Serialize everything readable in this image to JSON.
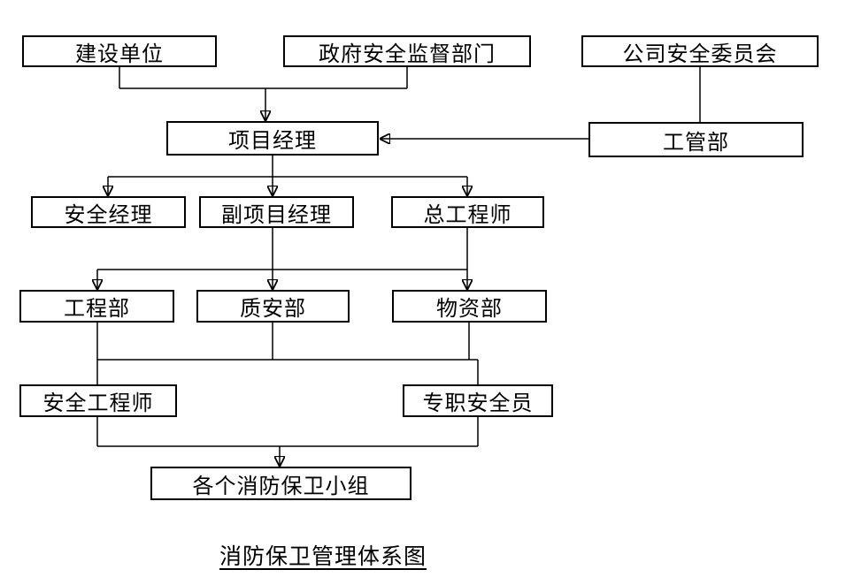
{
  "title": {
    "text": "消防保卫管理体系图"
  },
  "nodes": {
    "construction_unit": {
      "label": "建设单位"
    },
    "gov_safety_supervision_dept": {
      "label": "政府安全监督部门"
    },
    "company_safety_committee": {
      "label": "公司安全委员会"
    },
    "project_manager": {
      "label": "项目经理"
    },
    "engineering_mgmt_dept": {
      "label": "工管部"
    },
    "safety_manager": {
      "label": "安全经理"
    },
    "deputy_project_manager": {
      "label": "副项目经理"
    },
    "chief_engineer": {
      "label": "总工程师"
    },
    "engineering_dept": {
      "label": "工程部"
    },
    "quality_safety_dept": {
      "label": "质安部"
    },
    "materials_dept": {
      "label": "物资部"
    },
    "safety_engineer": {
      "label": "安全工程师"
    },
    "fulltime_safety_officer": {
      "label": "专职安全员"
    },
    "fire_protection_teams": {
      "label": "各个消防保卫小组"
    }
  },
  "edges": [
    {
      "from": "construction_unit",
      "to": "project_manager",
      "arrow": true
    },
    {
      "from": "gov_safety_supervision_dept",
      "to": "project_manager",
      "arrow": true
    },
    {
      "from": "company_safety_committee",
      "to": "engineering_mgmt_dept",
      "arrow": false
    },
    {
      "from": "engineering_mgmt_dept",
      "to": "project_manager",
      "arrow": true
    },
    {
      "from": "project_manager",
      "to": "safety_manager",
      "arrow": true
    },
    {
      "from": "project_manager",
      "to": "deputy_project_manager",
      "arrow": true
    },
    {
      "from": "project_manager",
      "to": "chief_engineer",
      "arrow": true
    },
    {
      "from": "deputy_project_manager",
      "to": "engineering_dept",
      "arrow": true
    },
    {
      "from": "deputy_project_manager",
      "to": "quality_safety_dept",
      "arrow": true
    },
    {
      "from": "chief_engineer",
      "to": "materials_dept",
      "arrow": true
    },
    {
      "from": "engineering_dept",
      "to": "safety_engineer",
      "arrow": false
    },
    {
      "from": "quality_safety_dept",
      "to": "safety_engineer",
      "arrow": false
    },
    {
      "from": "materials_dept",
      "to": "fulltime_safety_officer",
      "arrow": false
    },
    {
      "from": "safety_engineer",
      "to": "fire_protection_teams",
      "arrow": true
    },
    {
      "from": "fulltime_safety_officer",
      "to": "fire_protection_teams",
      "arrow": true
    }
  ],
  "colors": {
    "line": "#000000",
    "box_border": "#000000",
    "text": "#000000",
    "background": "#ffffff"
  }
}
